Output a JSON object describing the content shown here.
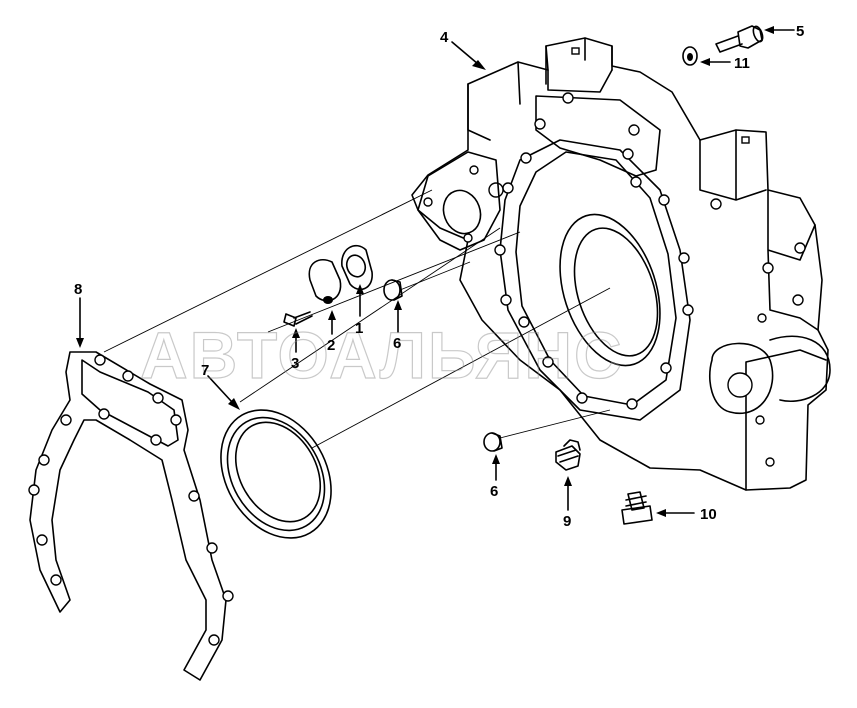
{
  "callouts": [
    {
      "id": "1",
      "label": "1"
    },
    {
      "id": "2",
      "label": "2"
    },
    {
      "id": "3",
      "label": "3"
    },
    {
      "id": "4",
      "label": "4"
    },
    {
      "id": "5",
      "label": "5"
    },
    {
      "id": "6a",
      "label": "6"
    },
    {
      "id": "6b",
      "label": "6"
    },
    {
      "id": "7",
      "label": "7"
    },
    {
      "id": "8",
      "label": "8"
    },
    {
      "id": "9",
      "label": "9"
    },
    {
      "id": "10",
      "label": "10"
    },
    {
      "id": "11",
      "label": "11"
    }
  ],
  "watermark": "АВТОАЛЬЯНС",
  "colors": {
    "line": "#000000",
    "background": "#ffffff",
    "watermark": "#8a8a8a"
  }
}
